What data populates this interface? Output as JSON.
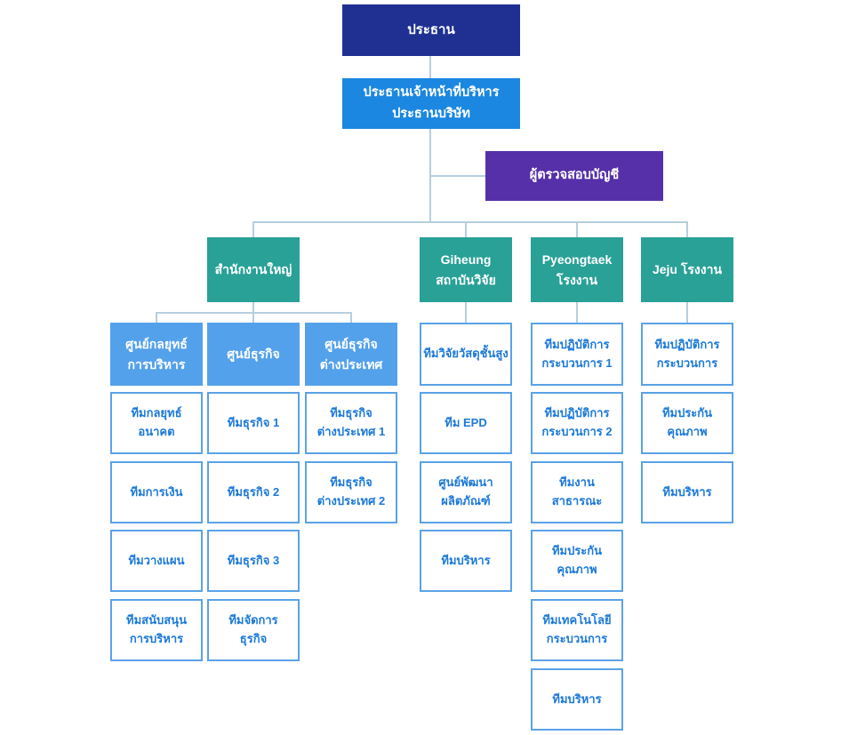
{
  "colors": {
    "navy": "#1f3092",
    "blue": "#1b87e0",
    "purple": "#5630a8",
    "teal": "#29a197",
    "lightblue": "#54a1eb",
    "box_border": "#5aa2e8",
    "box_text": "#1c79d8",
    "connector": "#b7cedf"
  },
  "org": {
    "chairman": "ประธาน",
    "ceo": "ประธานเจ้าหน้าที่บริหาร\nประธานบริษัท",
    "auditor": "ผู้ตรวจสอบบัญชี",
    "divisions": [
      {
        "name": "สำนักงานใหญ่",
        "centers": [
          {
            "name": "ศูนย์กลยุทธ์\nการบริหาร",
            "teams": [
              "ทีมกลยุทธ์\nอนาคต",
              "ทีมการเงิน",
              "ทีมวางแผน",
              "ทีมสนับสนุน\nการบริหาร"
            ]
          },
          {
            "name": "ศูนย์ธุรกิจ",
            "teams": [
              "ทีมธุรกิจ 1",
              "ทีมธุรกิจ 2",
              "ทีมธุรกิจ 3",
              "ทีมจัดการ\nธุรกิจ"
            ]
          },
          {
            "name": "ศูนย์ธุรกิจ\nต่างประเทศ",
            "teams": [
              "ทีมธุรกิจ\nต่างประเทศ 1",
              "ทีมธุรกิจ\nต่างประเทศ 2"
            ]
          }
        ]
      },
      {
        "name": "Giheung\nสถาบันวิจัย",
        "teams": [
          "ทีมวิจัยวัสดุชั้นสูง",
          "ทีม EPD",
          "ศูนย์พัฒนา\nผลิตภัณฑ์",
          "ทีมบริหาร"
        ]
      },
      {
        "name": "Pyeongtaek\nโรงงาน",
        "teams": [
          "ทีมปฏิบัติการ\nกระบวนการ 1",
          "ทีมปฏิบัติการ\nกระบวนการ 2",
          "ทีมงาน\nสาธารณะ",
          "ทีมประกัน\nคุณภาพ",
          "ทีมเทคโนโลยี\nกระบวนการ",
          "ทีมบริหาร"
        ]
      },
      {
        "name": "Jeju โรงงาน",
        "teams": [
          "ทีมปฏิบัติการ\nกระบวนการ",
          "ทีมประกัน\nคุณภาพ",
          "ทีมบริหาร"
        ]
      }
    ]
  }
}
